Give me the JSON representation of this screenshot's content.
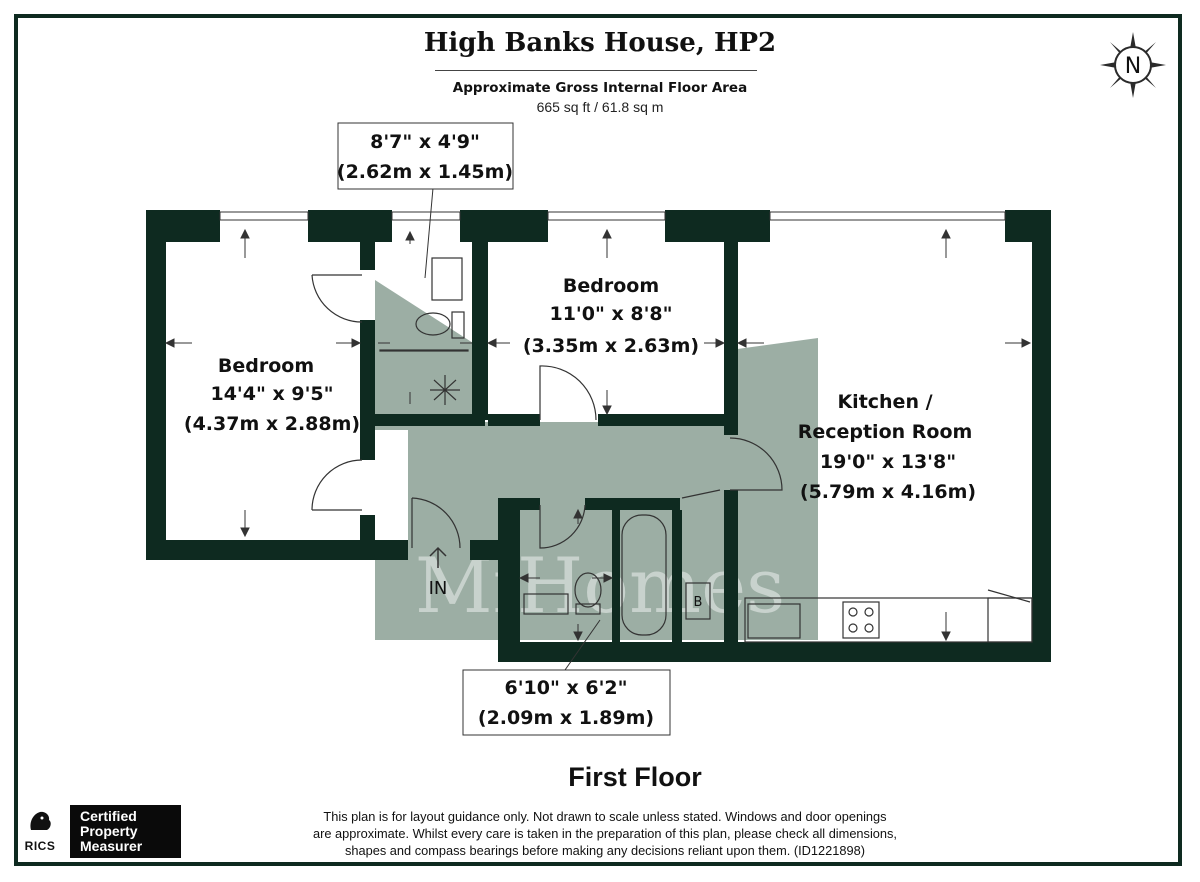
{
  "header": {
    "title": "High Banks House, HP2",
    "area_label": "Approximate Gross Internal Floor Area",
    "area_value": "665 sq ft / 61.8 sq m"
  },
  "compass": {
    "letter": "N"
  },
  "rooms": {
    "bedroom1": {
      "name": "Bedroom",
      "imperial": "14'4\" x 9'5\"",
      "metric": "(4.37m x 2.88m)"
    },
    "bedroom2": {
      "name": "Bedroom",
      "imperial": "11'0\" x 8'8\"",
      "metric": "(3.35m x 2.63m)"
    },
    "kitchen": {
      "name_line1": "Kitchen /",
      "name_line2": "Reception Room",
      "imperial": "19'0\" x 13'8\"",
      "metric": "(5.79m x 4.16m)"
    },
    "shower_room": {
      "imperial": "8'7\" x 4'9\"",
      "metric": "(2.62m x 1.45m)"
    },
    "bathroom": {
      "imperial": "6'10\" x 6'2\"",
      "metric": "(2.09m x 1.89m)"
    }
  },
  "labels": {
    "entrance": "IN",
    "boiler": "B"
  },
  "watermark": "MiHomes",
  "footer": {
    "floor": "First Floor",
    "disclaimer_line1": "This plan is for layout guidance only. Not drawn to scale unless stated. Windows and door openings",
    "disclaimer_line2": "are approximate. Whilst every care is taken in the preparation of this plan, please check all dimensions,",
    "disclaimer_line3": "shapes and compass bearings before making any decisions reliant upon them. (ID1221898)",
    "cert_line1": "Certified",
    "cert_line2": "Property",
    "cert_line3": "Measurer",
    "rics": "RICS"
  },
  "colors": {
    "wall": "#0e2a20",
    "hall": "#9caea4",
    "frame": "#0e2a20"
  }
}
